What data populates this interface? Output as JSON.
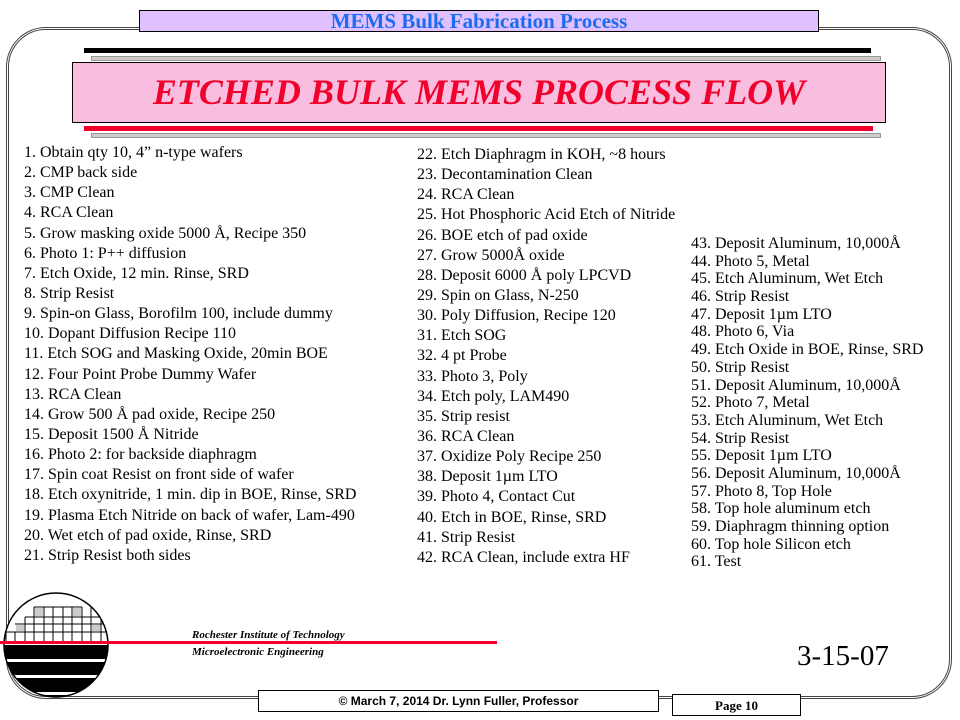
{
  "header": {
    "title": "MEMS Bulk Fabrication Process"
  },
  "slide": {
    "title": "ETCHED BULK MEMS PROCESS FLOW"
  },
  "steps": {
    "col1": [
      "1. Obtain qty 10, 4” n-type wafers",
      "2. CMP back side",
      "3. CMP Clean",
      "4. RCA Clean",
      "5. Grow masking  oxide 5000 Å, Recipe 350",
      "6. Photo 1: P++ diffusion",
      "7. Etch Oxide, 12 min.  Rinse, SRD",
      "8. Strip Resist",
      "9. Spin-on Glass, Borofilm  100, include dummy",
      "10. Dopant Diffusion  Recipe 110",
      "11. Etch SOG and Masking  Oxide, 20min  BOE",
      "12. Four Point Probe Dummy Wafer",
      "13. RCA Clean",
      "14. Grow 500  Å pad oxide, Recipe 250",
      "15. Deposit 1500  Å Nitride",
      "16. Photo 2:  for backside diaphragm",
      "17. Spin coat Resist on front side of wafer",
      "18. Etch oxynitride,  1 min.  dip in BOE, Rinse, SRD",
      "19. Plasma Etch Nitride  on back of wafer, Lam-490",
      "20.  Wet etch of pad oxide, Rinse, SRD",
      "21. Strip Resist both sides"
    ],
    "col2": [
      "22. Etch Diaphragm  in KOH, ~8 hours",
      "23. Decontamination  Clean",
      "24. RCA Clean",
      "25. Hot Phosphoric Acid Etch of Nitride",
      "26. BOE etch of pad oxide",
      "27. Grow 5000Å  oxide",
      "28. Deposit 6000  Å poly LPCVD",
      "29. Spin on Glass, N-250",
      "30. Poly Diffusion,  Recipe 120",
      "31. Etch SOG",
      "32. 4 pt Probe",
      "33. Photo 3, Poly",
      "34. Etch poly, LAM490",
      "35. Strip resist",
      "36. RCA Clean",
      "37. Oxidize  Poly Recipe 250",
      "38. Deposit 1µm LTO",
      "39. Photo 4, Contact Cut",
      "40. Etch in  BOE, Rinse,  SRD",
      "41. Strip Resist",
      "42. RCA Clean,  include  extra HF"
    ],
    "col3": [
      "43. Deposit Aluminum,  10,000Å",
      "44. Photo 5, Metal",
      "45. Etch Aluminum,   Wet Etch",
      "46. Strip Resist",
      "47. Deposit 1µm LTO",
      "48. Photo 6, Via",
      "49. Etch Oxide in  BOE, Rinse, SRD",
      "50. Strip Resist",
      "51. Deposit Aluminum,  10,000Å",
      "52. Photo 7, Metal",
      "53. Etch Aluminum,   Wet Etch",
      "54. Strip Resist",
      "55. Deposit 1µm LTO",
      "56. Deposit Aluminum,  10,000Å",
      "57. Photo 8, Top Hole",
      "58. Top hole aluminum  etch",
      "59. Diaphragm  thinning  option",
      "60. Top hole Silicon  etch",
      "61.  Test"
    ]
  },
  "institution": {
    "line1": "Rochester Institute of Technology",
    "line2": "Microelectronic Engineering"
  },
  "date": "3-15-07",
  "footer": {
    "copyright": "© March 7, 2014 Dr. Lynn Fuller, Professor",
    "page": "Page 10"
  },
  "colors": {
    "header_text": "#1a6cf0",
    "header_bg": "#e0c0ff",
    "title_text": "#f0002a",
    "title_bg": "#f9bde0",
    "accent_red": "#f0002a"
  }
}
